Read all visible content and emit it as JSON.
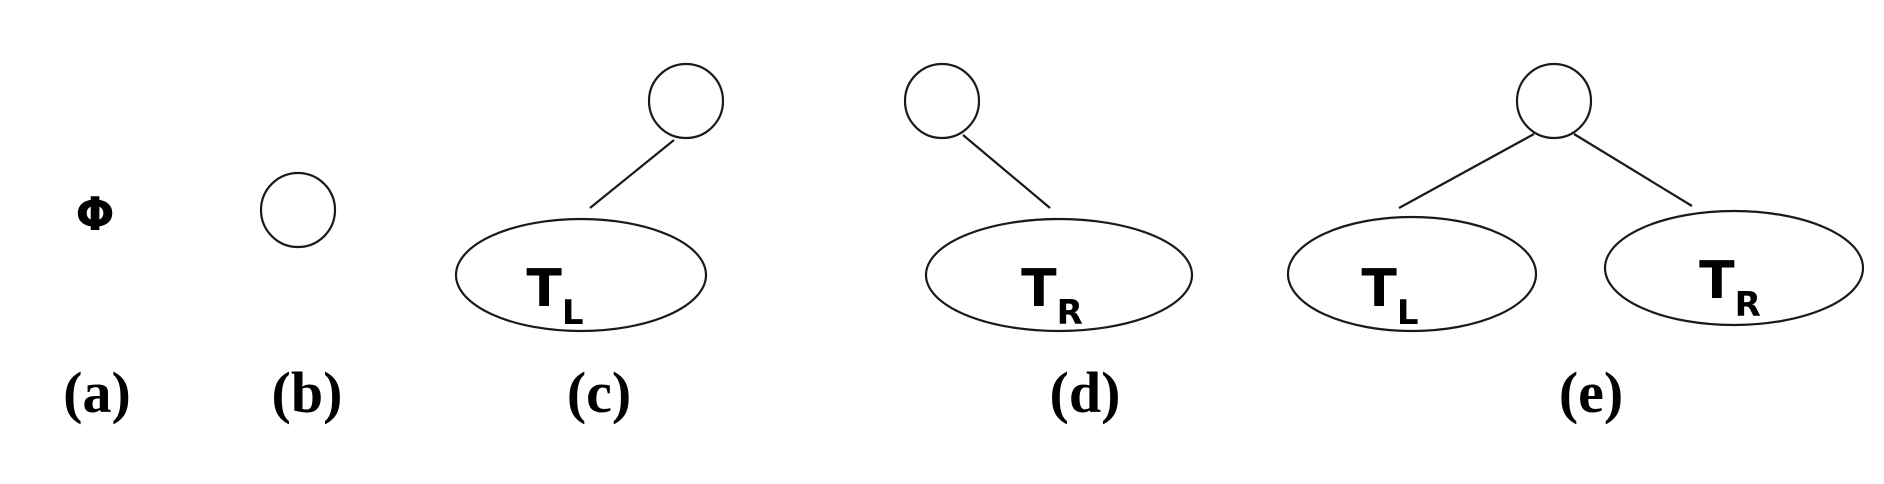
{
  "panels": {
    "a": {
      "caption": "(a)",
      "symbol": "Φ"
    },
    "b": {
      "caption": "(b)"
    },
    "c": {
      "caption": "(c)",
      "subtree": {
        "main": "T",
        "sub": "L"
      }
    },
    "d": {
      "caption": "(d)",
      "subtree": {
        "main": "T",
        "sub": "R"
      }
    },
    "e": {
      "caption": "(e)",
      "left_subtree": {
        "main": "T",
        "sub": "L"
      },
      "right_subtree": {
        "main": "T",
        "sub": "R"
      }
    }
  }
}
